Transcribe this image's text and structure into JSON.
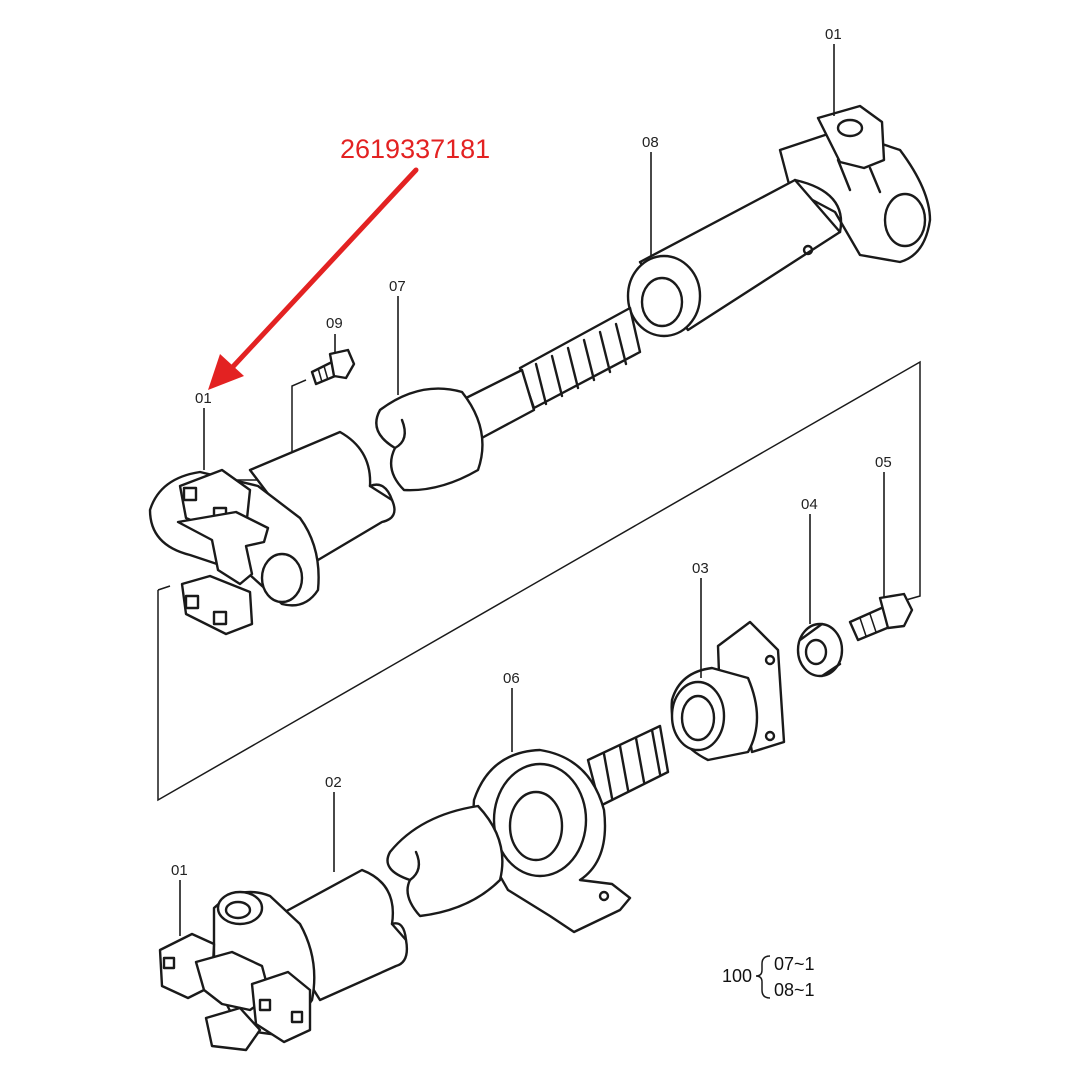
{
  "part_number": "2619337181",
  "callouts": {
    "c01_top": "01",
    "c08": "08",
    "c07": "07",
    "c09": "09",
    "c01_left": "01",
    "c05": "05",
    "c04": "04",
    "c03": "03",
    "c06": "06",
    "c02": "02",
    "c01_bottom": "01"
  },
  "assembly_note": {
    "number": "100",
    "line1": "07~1",
    "line2": "08~1"
  },
  "colors": {
    "arrow": "#e32222",
    "line": "#1a1a1a"
  }
}
